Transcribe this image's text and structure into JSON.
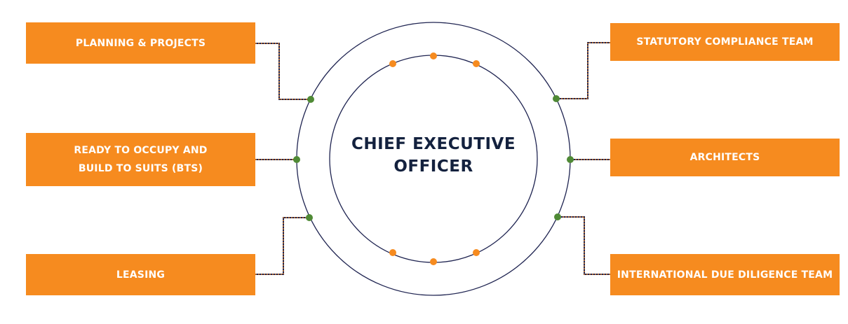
{
  "center": {
    "title": "CHIEF EXECUTIVE\nOFFICER"
  },
  "departments": {
    "planning": "PLANNING & PROJECTS",
    "ready": "READY TO OCCUPY AND\nBUILD TO SUITS (BTS)",
    "leasing": "LEASING",
    "statutory": "STATUTORY COMPLIANCE TEAM",
    "architects": "ARCHITECTS",
    "international": "INTERNATIONAL DUE DILIGENCE TEAM"
  },
  "colors": {
    "box_fill": "#f68b1f",
    "box_text": "#ffffff",
    "ring_stroke": "#1f2451",
    "connector_dot": "#4f8a35",
    "ring_dot": "#f68b1f",
    "title_text": "#13213e"
  }
}
